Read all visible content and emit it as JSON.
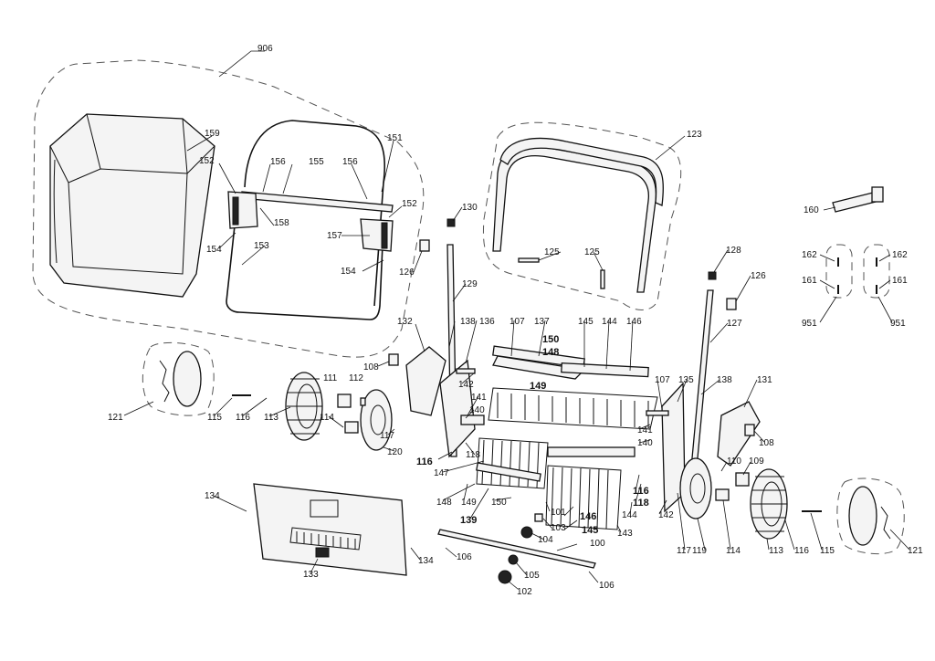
{
  "callouts": [
    {
      "id": "906",
      "label": "906"
    },
    {
      "id": "159",
      "label": "159"
    },
    {
      "id": "152a",
      "label": "152"
    },
    {
      "id": "156a",
      "label": "156"
    },
    {
      "id": "155",
      "label": "155"
    },
    {
      "id": "156b",
      "label": "156"
    },
    {
      "id": "151",
      "label": "151"
    },
    {
      "id": "152b",
      "label": "152"
    },
    {
      "id": "158",
      "label": "158"
    },
    {
      "id": "157",
      "label": "157"
    },
    {
      "id": "154a",
      "label": "154"
    },
    {
      "id": "153",
      "label": "153"
    },
    {
      "id": "154b",
      "label": "154"
    },
    {
      "id": "123",
      "label": "123"
    },
    {
      "id": "130",
      "label": "130"
    },
    {
      "id": "126a",
      "label": "126"
    },
    {
      "id": "125a",
      "label": "125"
    },
    {
      "id": "125b",
      "label": "125"
    },
    {
      "id": "128",
      "label": "128"
    },
    {
      "id": "126b",
      "label": "126"
    },
    {
      "id": "129",
      "label": "129"
    },
    {
      "id": "127",
      "label": "127"
    },
    {
      "id": "160",
      "label": "160"
    },
    {
      "id": "162a",
      "label": "162"
    },
    {
      "id": "161a",
      "label": "161"
    },
    {
      "id": "162b",
      "label": "162"
    },
    {
      "id": "161b",
      "label": "161"
    },
    {
      "id": "951a",
      "label": "951"
    },
    {
      "id": "951b",
      "label": "951"
    },
    {
      "id": "132",
      "label": "132"
    },
    {
      "id": "138a",
      "label": "138"
    },
    {
      "id": "136",
      "label": "136"
    },
    {
      "id": "107a",
      "label": "107"
    },
    {
      "id": "137",
      "label": "137"
    },
    {
      "id": "145a",
      "label": "145"
    },
    {
      "id": "144a",
      "label": "144"
    },
    {
      "id": "146a",
      "label": "146"
    },
    {
      "id": "150a",
      "label": "150"
    },
    {
      "id": "148a",
      "label": "148"
    },
    {
      "id": "149a",
      "label": "149"
    },
    {
      "id": "142a",
      "label": "142"
    },
    {
      "id": "108a",
      "label": "108"
    },
    {
      "id": "111",
      "label": "111"
    },
    {
      "id": "112",
      "label": "112"
    },
    {
      "id": "141a",
      "label": "141"
    },
    {
      "id": "140a",
      "label": "140"
    },
    {
      "id": "121a",
      "label": "121"
    },
    {
      "id": "115a",
      "label": "115"
    },
    {
      "id": "116a",
      "label": "116"
    },
    {
      "id": "113a",
      "label": "113"
    },
    {
      "id": "114a",
      "label": "114"
    },
    {
      "id": "117a",
      "label": "117"
    },
    {
      "id": "120",
      "label": "120"
    },
    {
      "id": "116b",
      "label": "116"
    },
    {
      "id": "118a",
      "label": "118"
    },
    {
      "id": "147",
      "label": "147"
    },
    {
      "id": "107b",
      "label": "107"
    },
    {
      "id": "135",
      "label": "135"
    },
    {
      "id": "138b",
      "label": "138"
    },
    {
      "id": "131",
      "label": "131"
    },
    {
      "id": "141b",
      "label": "141"
    },
    {
      "id": "140b",
      "label": "140"
    },
    {
      "id": "108b",
      "label": "108"
    },
    {
      "id": "110",
      "label": "110"
    },
    {
      "id": "109",
      "label": "109"
    },
    {
      "id": "116c",
      "label": "116"
    },
    {
      "id": "118b",
      "label": "118"
    },
    {
      "id": "134a",
      "label": "134"
    },
    {
      "id": "133",
      "label": "133"
    },
    {
      "id": "134b",
      "label": "134"
    },
    {
      "id": "148b",
      "label": "148"
    },
    {
      "id": "149b",
      "label": "149"
    },
    {
      "id": "150b",
      "label": "150"
    },
    {
      "id": "139",
      "label": "139"
    },
    {
      "id": "101",
      "label": "101"
    },
    {
      "id": "103",
      "label": "103"
    },
    {
      "id": "146b",
      "label": "146"
    },
    {
      "id": "145b",
      "label": "145"
    },
    {
      "id": "144b",
      "label": "144"
    },
    {
      "id": "143",
      "label": "143"
    },
    {
      "id": "142b",
      "label": "142"
    },
    {
      "id": "104",
      "label": "104"
    },
    {
      "id": "100",
      "label": "100"
    },
    {
      "id": "106a",
      "label": "106"
    },
    {
      "id": "105",
      "label": "105"
    },
    {
      "id": "102",
      "label": "102"
    },
    {
      "id": "106b",
      "label": "106"
    },
    {
      "id": "117b",
      "label": "117"
    },
    {
      "id": "119",
      "label": "119"
    },
    {
      "id": "114b",
      "label": "114"
    },
    {
      "id": "113b",
      "label": "113"
    },
    {
      "id": "116d",
      "label": "116"
    },
    {
      "id": "115b",
      "label": "115"
    },
    {
      "id": "121b",
      "label": "121"
    }
  ]
}
